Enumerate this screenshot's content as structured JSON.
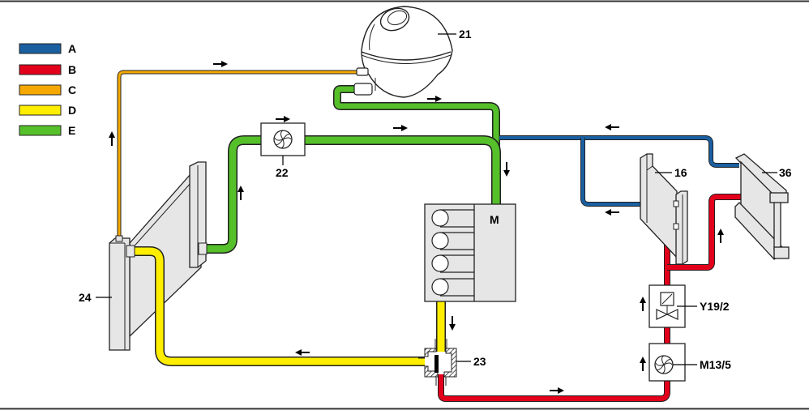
{
  "legend": [
    {
      "key": "A",
      "color": "#1a5fa0"
    },
    {
      "key": "B",
      "color": "#e3001b"
    },
    {
      "key": "C",
      "color": "#f5a800"
    },
    {
      "key": "D",
      "color": "#ffee00"
    },
    {
      "key": "E",
      "color": "#55c02a"
    }
  ],
  "components": {
    "expansion_tank": "21",
    "auxiliary_pump": "22",
    "thermostat": "23",
    "radiator": "24",
    "heater_core": "16",
    "heat_exchanger": "36",
    "engine": "M",
    "valve": "Y19/2",
    "circulation_pump": "M13/5"
  },
  "flow_arrows": [
    {
      "line": "C",
      "direction": "right"
    },
    {
      "line": "C",
      "direction": "up"
    },
    {
      "line": "E",
      "direction": "right"
    },
    {
      "line": "E",
      "direction": "right"
    },
    {
      "line": "E",
      "direction": "up"
    },
    {
      "line": "E",
      "direction": "down"
    },
    {
      "line": "E",
      "direction": "right"
    },
    {
      "line": "A",
      "direction": "left"
    },
    {
      "line": "A",
      "direction": "left"
    },
    {
      "line": "D",
      "direction": "down"
    },
    {
      "line": "D",
      "direction": "left"
    },
    {
      "line": "B",
      "direction": "right"
    },
    {
      "line": "B",
      "direction": "up"
    },
    {
      "line": "B",
      "direction": "up"
    },
    {
      "line": "B",
      "direction": "up"
    }
  ]
}
